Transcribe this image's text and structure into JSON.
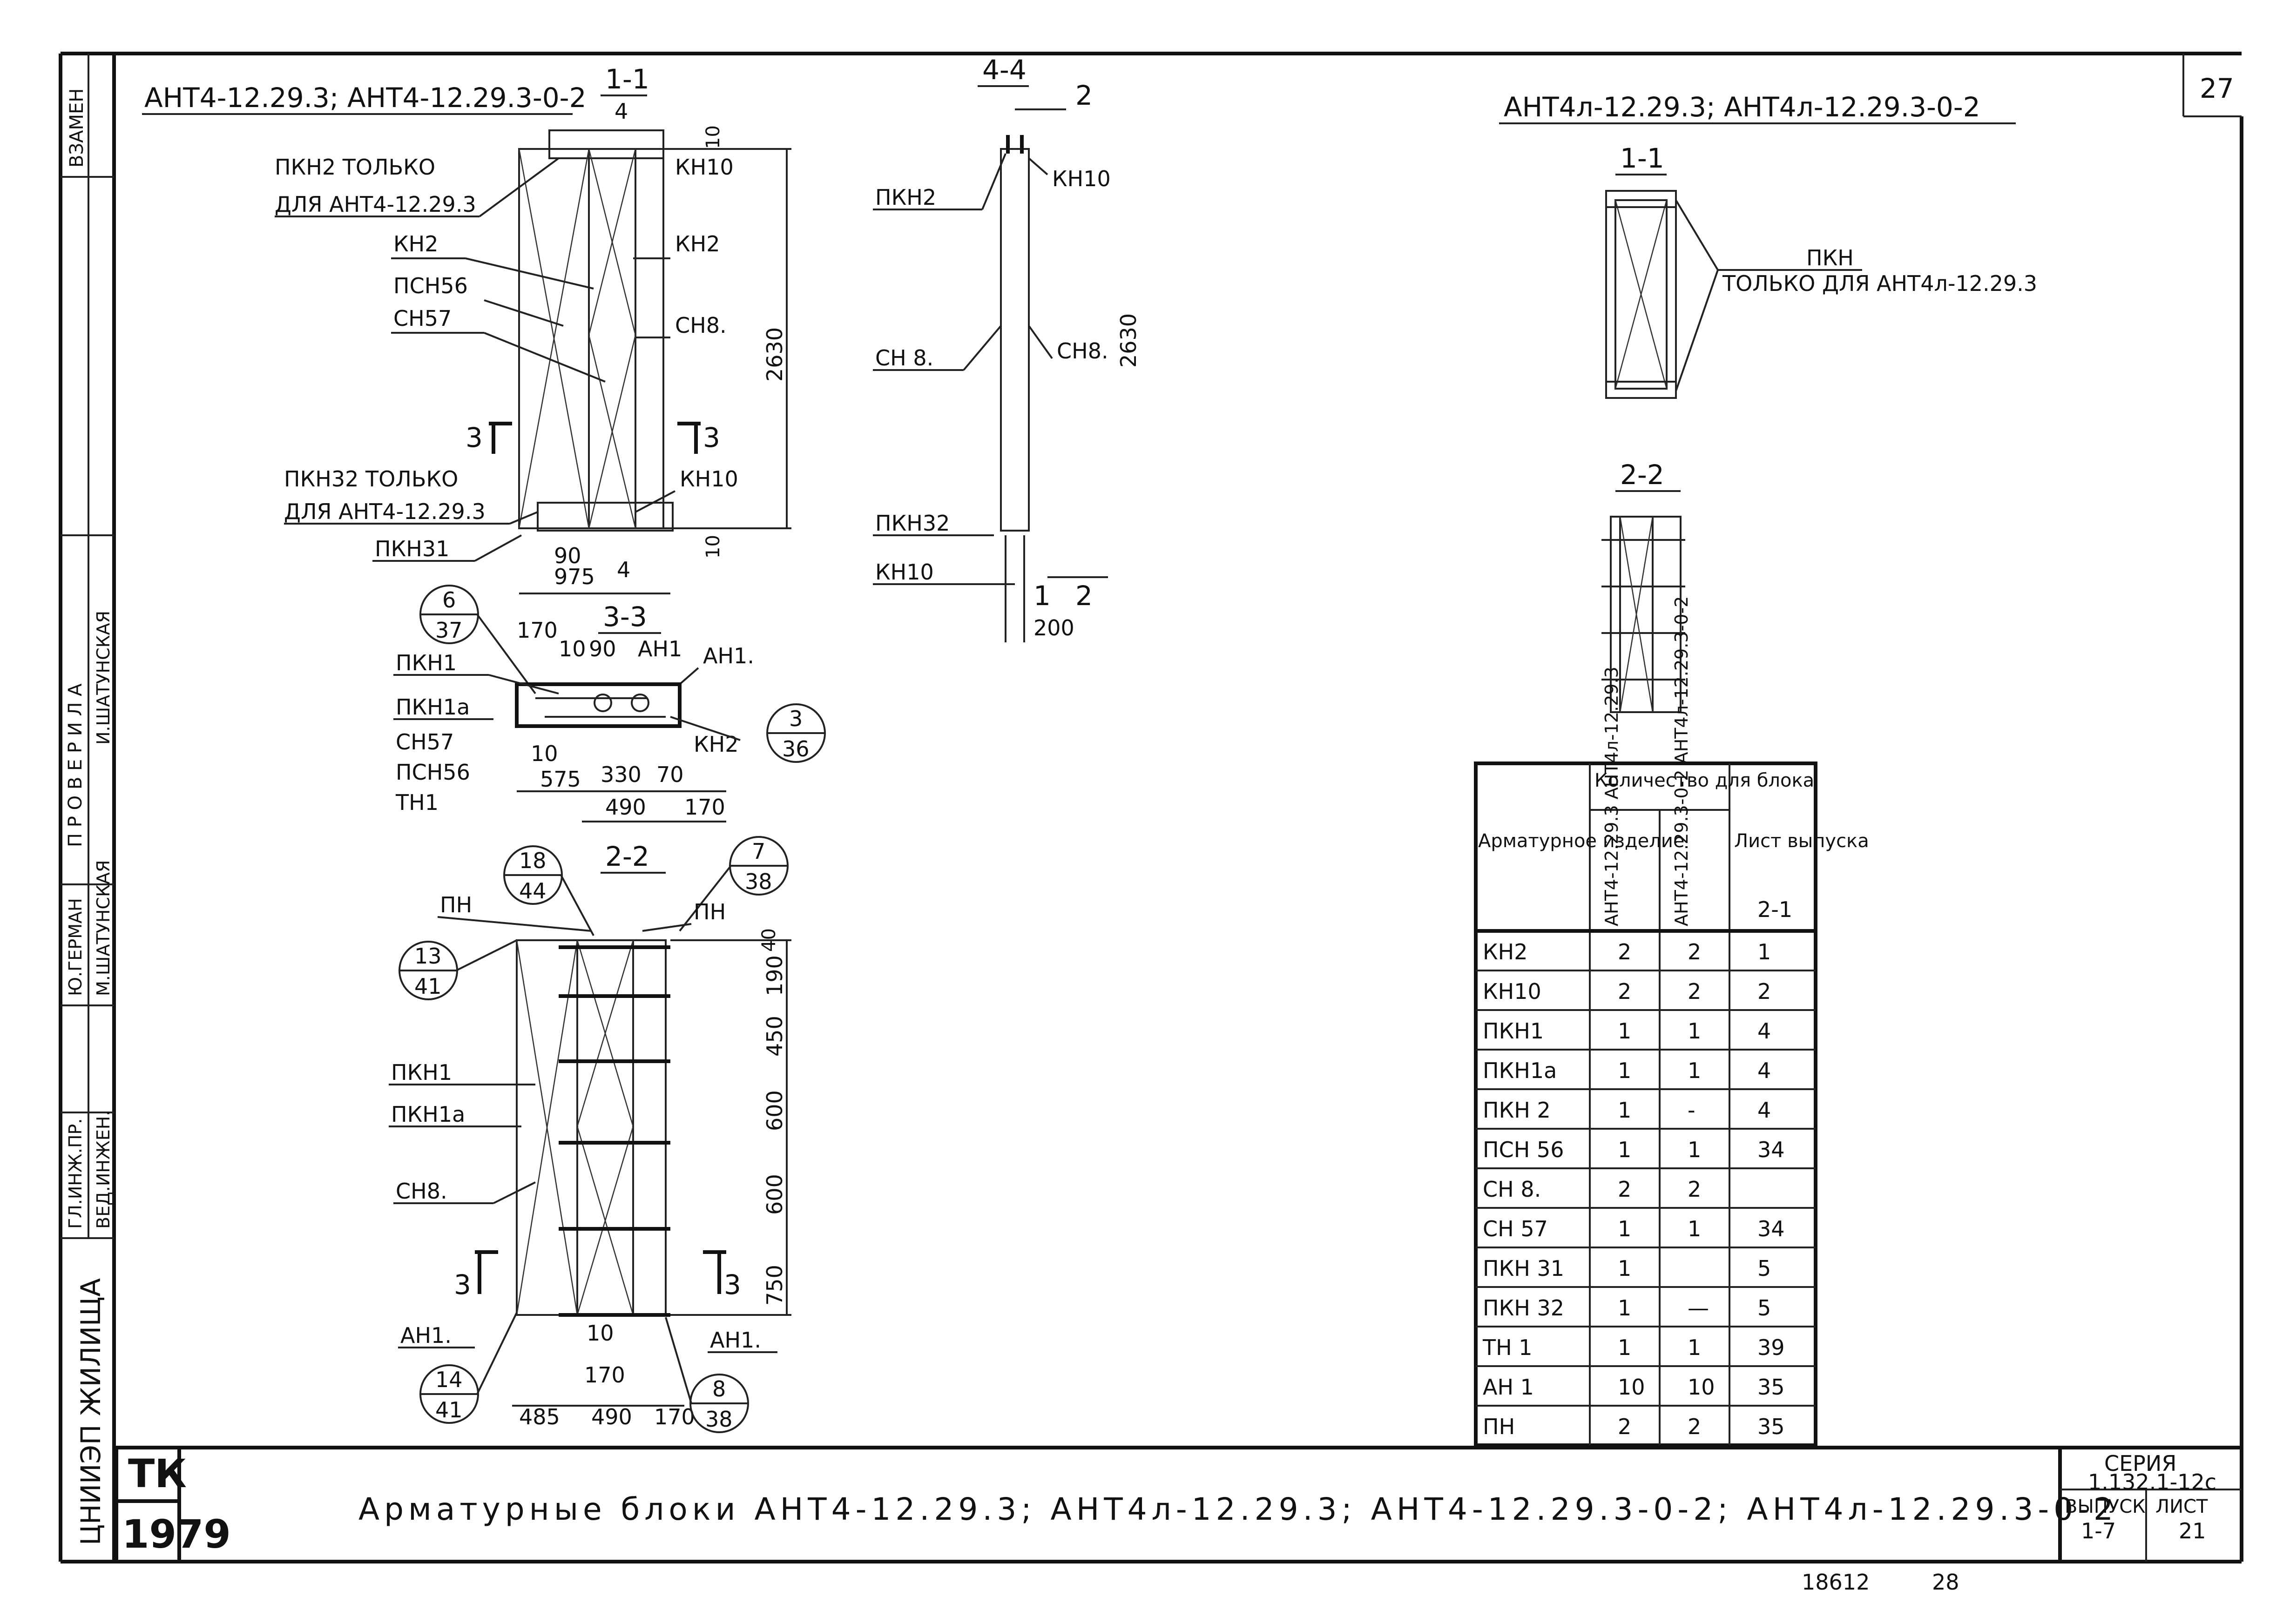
{
  "page_number": "27",
  "header_left": "АНТ4-12.29.3; АНТ4-12.29.3-0-2",
  "header_right": "АНТ4л-12.29.3; АНТ4л-12.29.3-0-2",
  "sections": {
    "s11": "1-1",
    "s22": "2-2",
    "s33": "3-3",
    "s44": "4-4",
    "s11_right": "1-1",
    "s22_right": "2-2",
    "mark_1": "1",
    "mark_2": "2",
    "mark_3": "3"
  },
  "labels": {
    "pkn2_only": "ПКН2 ТОЛЬКО",
    "pkn2_only_for": "ДЛЯ АНТ4-12.29.3",
    "kn2": "КН2",
    "kn10": "КН10",
    "psn56": "ПСН56",
    "sn57": "СН57",
    "sn8": "СН8.",
    "sn8_b": "СН 8.",
    "pkn32_only": "ПКН32 ТОЛЬКО",
    "pkn32_only_for": "ДЛЯ АНТ4-12.29.3",
    "pkn31": "ПКН31",
    "pkn32": "ПКН32",
    "pkn2": "ПКН2",
    "pkn1": "ПКН1",
    "pkn1a": "ПКН1а",
    "tn1": "ТН1",
    "an1": "АН1.",
    "an1_b": "АН1",
    "pn": "ПН",
    "pkn_right": "ПКН",
    "pkn_right_only": "ТОЛЬКО ДЛЯ АНТ4л-12.29.3"
  },
  "dims": {
    "d4": "4",
    "d10": "10",
    "d2630": "2630",
    "d90": "90",
    "d975": "975",
    "d200": "200",
    "d170": "170",
    "d575": "575",
    "d330": "330",
    "d70": "70",
    "d490": "490",
    "d40": "40",
    "d190": "190",
    "d450": "450",
    "d600": "600",
    "d750": "750",
    "d485": "485"
  },
  "callouts": {
    "c1_top": "6",
    "c1_bot": "37",
    "c2_top": "3",
    "c2_bot": "36",
    "c3_top": "18",
    "c3_bot": "44",
    "c4_top": "7",
    "c4_bot": "38",
    "c5_top": "13",
    "c5_bot": "41",
    "c6_top": "14",
    "c6_bot": "41",
    "c7_top": "8",
    "c7_bot": "38"
  },
  "table": {
    "header_item": "Арматурное изделие",
    "header_qty": "Количество для блока",
    "col1": "АНТ4-12.29.3 АНТ4л-12.29.3",
    "col2": "АНТ4-12.29.3-0-2 АНТ4л-12.29.3-0-2",
    "header_sheet": "Лист выпуска",
    "sheet_sub": "2-1",
    "rows": [
      {
        "item": "КН2",
        "q1": "2",
        "q2": "2",
        "sheet": "1"
      },
      {
        "item": "КН10",
        "q1": "2",
        "q2": "2",
        "sheet": "2"
      },
      {
        "item": "ПКН1",
        "q1": "1",
        "q2": "1",
        "sheet": "4"
      },
      {
        "item": "ПКН1а",
        "q1": "1",
        "q2": "1",
        "sheet": "4"
      },
      {
        "item": "ПКН 2",
        "q1": "1",
        "q2": "-",
        "sheet": "4"
      },
      {
        "item": "ПСН 56",
        "q1": "1",
        "q2": "1",
        "sheet": "34"
      },
      {
        "item": "СН 8.",
        "q1": "2",
        "q2": "2",
        "sheet": ""
      },
      {
        "item": "СН 57",
        "q1": "1",
        "q2": "1",
        "sheet": "34"
      },
      {
        "item": "ПКН 31",
        "q1": "1",
        "q2": "",
        "sheet": "5"
      },
      {
        "item": "ПКН 32",
        "q1": "1",
        "q2": "—",
        "sheet": "5"
      },
      {
        "item": "ТН 1",
        "q1": "1",
        "q2": "1",
        "sheet": "39"
      },
      {
        "item": "АН 1",
        "q1": "10",
        "q2": "10",
        "sheet": "35"
      },
      {
        "item": "ПН",
        "q1": "2",
        "q2": "2",
        "sheet": "35"
      }
    ]
  },
  "side_stamp": {
    "vzamen": "ВЗАМЕН",
    "proverila": "П Р О В Е Р И Л А",
    "row1_role": "ГЛ.ИНЖ.ПР.",
    "row1_name": "Ю.ГЕРМАН",
    "row2_role": "ВЕД.ИНЖЕН.",
    "row2_name": "М.ШАТУНСКАЯ",
    "row3_name": "И.ШАТУНСКАЯ",
    "org": "ЦНИИЭП ЖИЛИЩА"
  },
  "title_block": {
    "tk": "ТК",
    "year": "1979",
    "title": "Арматурные блоки АНТ4-12.29.3; АНТ4л-12.29.3; АНТ4-12.29.3-0-2; АНТ4л-12.29.3-0-2",
    "series_label": "СЕРИЯ",
    "series_value": "1.132.1-12с",
    "issue_label": "ВЫПУСК",
    "issue_value": "1-7",
    "sheet_label": "ЛИСТ",
    "sheet_value": "21"
  },
  "footer": {
    "left": "18612",
    "right": "28"
  }
}
